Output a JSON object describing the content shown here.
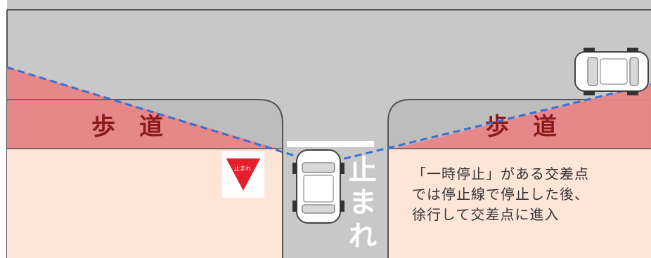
{
  "sidewalk_left_label": "歩　道",
  "sidewalk_right_label": "歩　道",
  "road_marking_chars": [
    "止",
    "ま",
    "れ"
  ],
  "stop_sign_text": "止まれ",
  "explanation_lines": [
    "「一時停止」がある交差点",
    "では停止線で停止した後、",
    "徐行して交差点に進入"
  ],
  "colors": {
    "road": "#c9c9c9",
    "sidewalk": "#e8878a",
    "sidewalk_gray": "#bdbdbd",
    "lot": "#fde6d8",
    "sight_line": "#3a6fd0",
    "sign_red": "#e5202c"
  }
}
